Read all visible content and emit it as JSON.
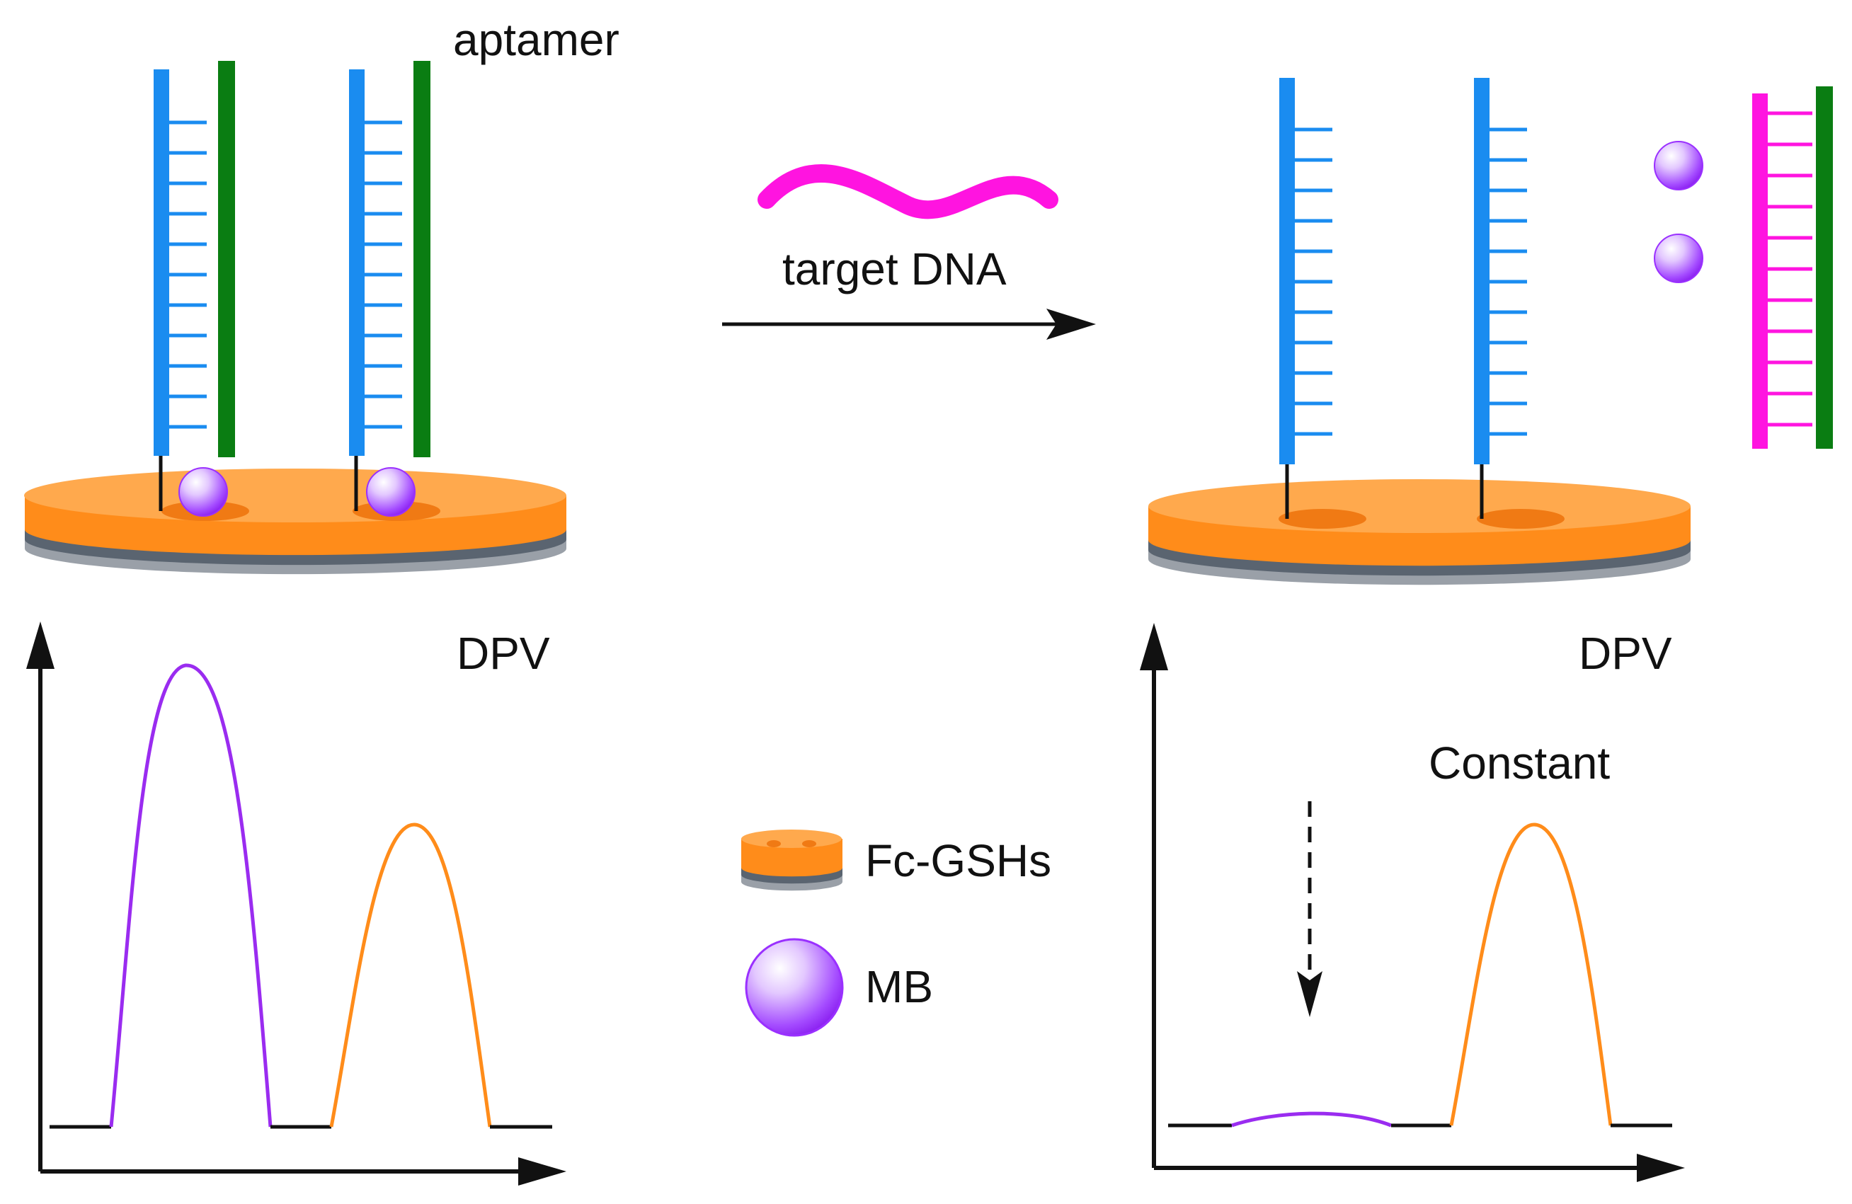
{
  "labels": {
    "aptamer": "aptamer",
    "target_dna": "target DNA",
    "dpv_left": "DPV",
    "dpv_right": "DPV",
    "constant": "Constant"
  },
  "legend": {
    "electrode": "Fc-GSHs",
    "bead": "MB"
  },
  "colors": {
    "probe_strand": "#1a8cf0",
    "aptamer_strand": "#0a7d12",
    "target_strand": "#ff14e0",
    "bead": "#9a30ff",
    "electrode": "#ff8c1a",
    "mb_signal": "#9a2cf0",
    "fc_signal": "#ff8c1a"
  },
  "icons": [
    "electrode-icon",
    "methylene-blue-bead-icon",
    "reaction-arrow-icon",
    "signal-decrease-arrow-icon"
  ]
}
